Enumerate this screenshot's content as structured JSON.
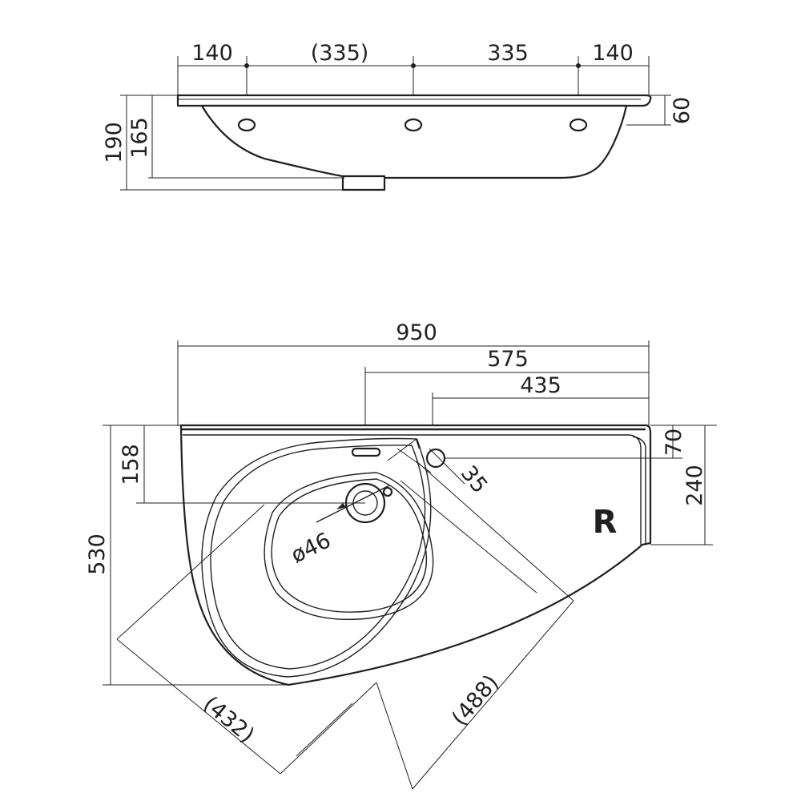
{
  "side_view": {
    "top_dims": [
      "140",
      "(335)",
      "335",
      "140"
    ],
    "height_total": "190",
    "height_basin": "165",
    "rim_height": "60"
  },
  "plan_view": {
    "width_total": "950",
    "dist_575": "575",
    "dist_435": "435",
    "depth_158": "158",
    "depth_530": "530",
    "rim_70": "70",
    "depth_240": "240",
    "hole_35": "35",
    "drain_dia": "ø46",
    "diag_432": "(432)",
    "diag_488": "(488)",
    "side_mark": "R"
  }
}
